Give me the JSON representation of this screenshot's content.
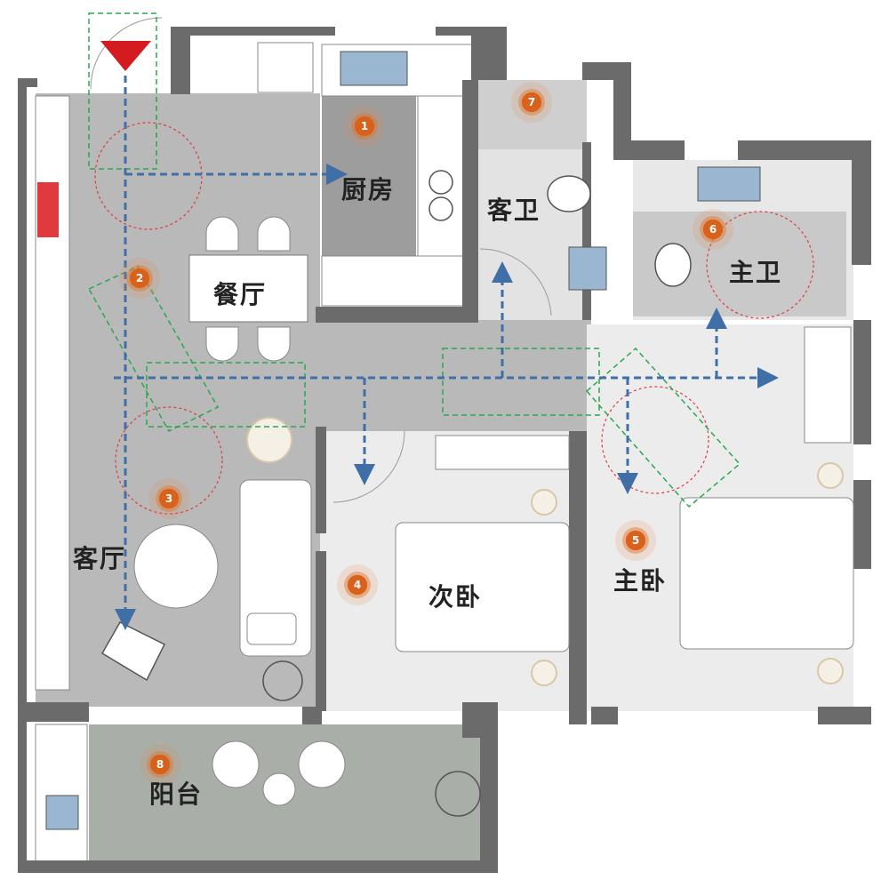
{
  "rooms": {
    "kitchen": "厨房",
    "dining": "餐厅",
    "guest_bath": "客卫",
    "master_bath": "主卫",
    "living": "客厅",
    "second_bedroom": "次卧",
    "master_bedroom": "主卧",
    "balcony": "阳台"
  },
  "markers": [
    "1",
    "2",
    "3",
    "4",
    "5",
    "6",
    "7",
    "8"
  ],
  "colors": {
    "wall": "#6b6b6b",
    "floor_public": "#b9b9b9",
    "floor_kitchen": "#9d9d9d",
    "floor_bedroom": "#ececec",
    "floor_balcony": "#a9aea9",
    "circulation_arrow": "#3f6fa6",
    "focus_circle": "#e0393e",
    "view_frame": "#2aa84f",
    "entry_marker": "#d31b20",
    "marker_fill": "#d8621b"
  },
  "icons": [
    "entry-triangle-icon",
    "toilet-icon",
    "sink-icon",
    "bed-icon",
    "sofa-icon",
    "plant-icon",
    "chair-icon",
    "cooktop-icon"
  ]
}
